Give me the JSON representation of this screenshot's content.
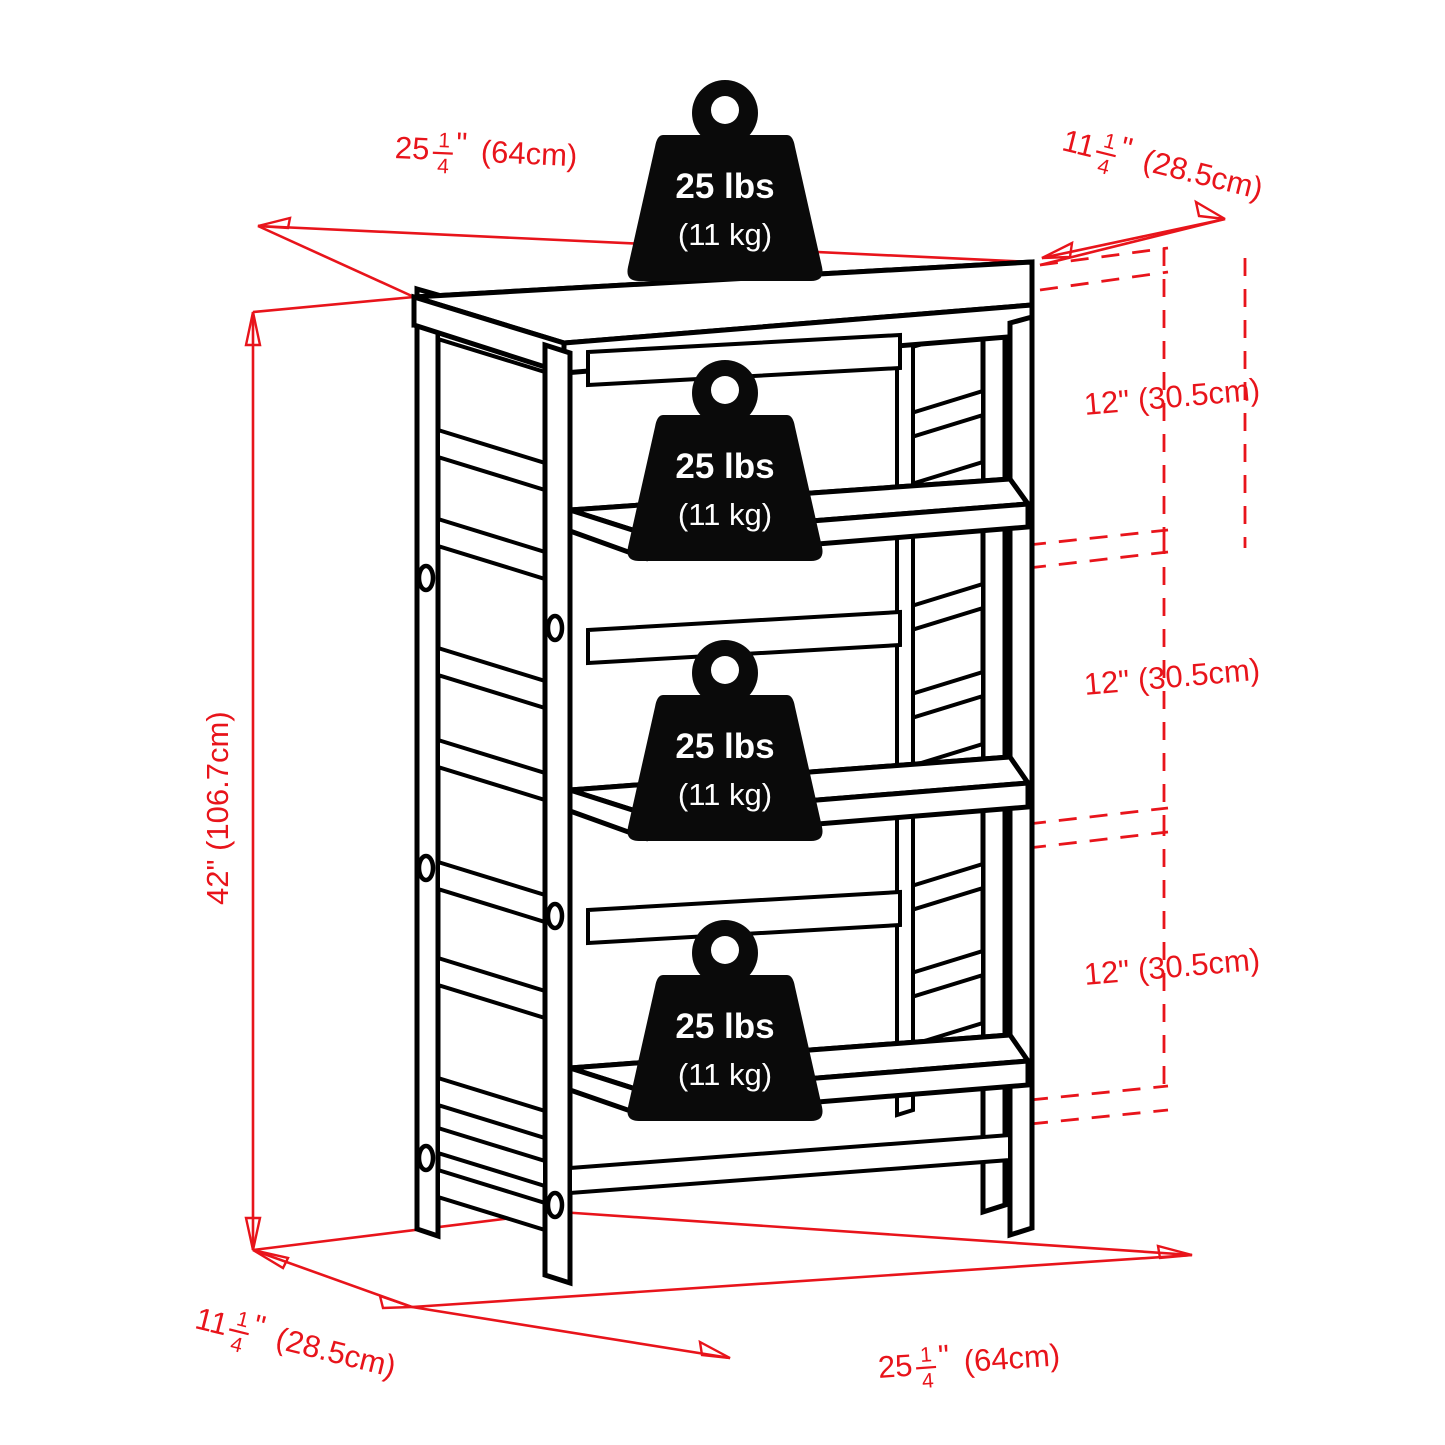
{
  "diagram": {
    "title": "4-Tier Shelf Dimension Diagram",
    "accent_color": "#e8141b",
    "line_color": "#000000",
    "background_color": "#ffffff"
  },
  "dimensions": {
    "top_width": {
      "whole": "25",
      "num": "1",
      "den": "4",
      "unit": "\"",
      "metric": "(64cm)",
      "full": "25 1/4\" (64cm)"
    },
    "top_depth": {
      "whole": "11",
      "num": "1",
      "den": "4",
      "unit": "\"",
      "metric": "(28.5cm)",
      "full": "11 1/4\" (28.5cm)"
    },
    "height": {
      "text": "42\" (106.7cm)"
    },
    "bottom_depth": {
      "whole": "11",
      "num": "1",
      "den": "4",
      "unit": "\"",
      "metric": "(28.5cm)",
      "full": "11 1/4\" (28.5cm)"
    },
    "bottom_width": {
      "whole": "25",
      "num": "1",
      "den": "4",
      "unit": "\"",
      "metric": "(64cm)",
      "full": "25 1/4\" (64cm)"
    },
    "shelf_gaps": [
      {
        "text": "12\" (30.5cm)"
      },
      {
        "text": "12\" (30.5cm)"
      },
      {
        "text": "12\" (30.5cm)"
      }
    ]
  },
  "weight_labels": [
    {
      "main": "25 lbs",
      "sub": "(11 kg)",
      "position": "top-shelf"
    },
    {
      "main": "25 lbs",
      "sub": "(11 kg)",
      "position": "second-shelf"
    },
    {
      "main": "25 lbs",
      "sub": "(11 kg)",
      "position": "third-shelf"
    },
    {
      "main": "25 lbs",
      "sub": "(11 kg)",
      "position": "bottom-shelf"
    }
  ]
}
